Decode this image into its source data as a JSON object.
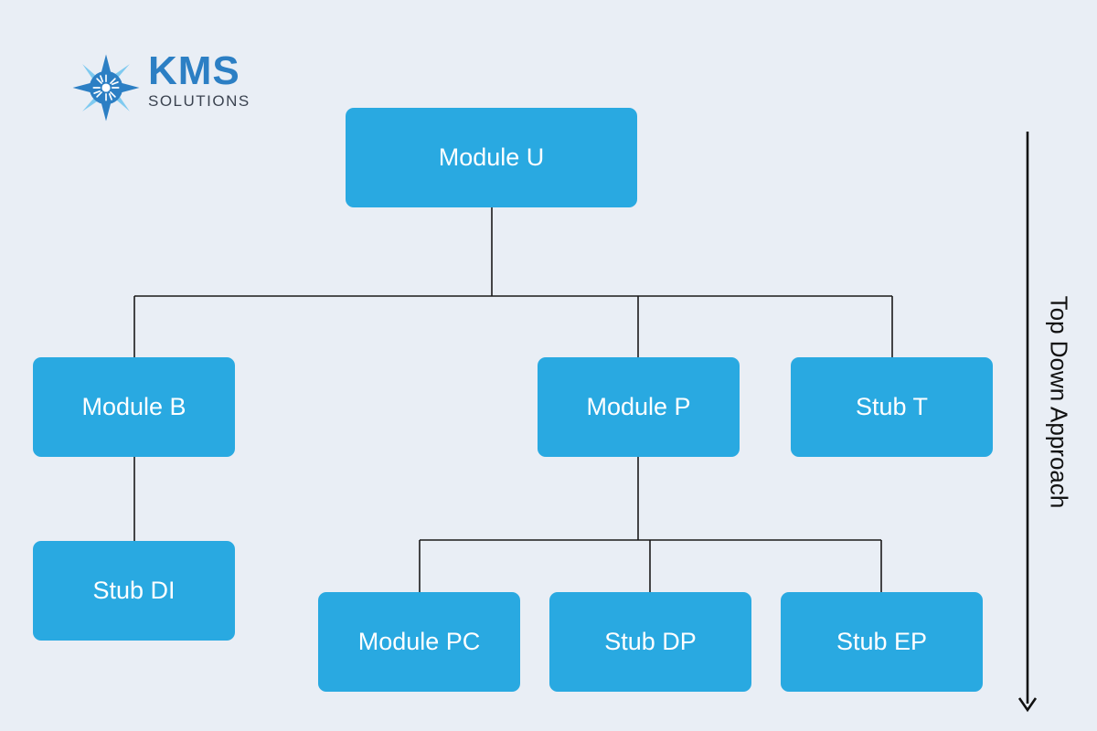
{
  "logo": {
    "brand": "KMS",
    "tagline": "SOLUTIONS",
    "colors": {
      "primary": "#2c7fc4",
      "light": "#6cc3ef",
      "text": "#3b4350"
    }
  },
  "nodes": {
    "module_u": "Module U",
    "module_b": "Module B",
    "module_p": "Module P",
    "stub_t": "Stub T",
    "stub_di": "Stub DI",
    "module_pc": "Module PC",
    "stub_dp": "Stub DP",
    "stub_ep": "Stub EP"
  },
  "edges": [
    [
      "Module U",
      "Module B"
    ],
    [
      "Module U",
      "Module P"
    ],
    [
      "Module U",
      "Stub T"
    ],
    [
      "Module B",
      "Stub DI"
    ],
    [
      "Module P",
      "Module PC"
    ],
    [
      "Module P",
      "Stub DP"
    ],
    [
      "Module P",
      "Stub EP"
    ]
  ],
  "direction": {
    "label": "Top Down Approach",
    "arrow": "down-arrow-icon"
  },
  "colors": {
    "background": "#e9eef5",
    "box": "#29a9e1",
    "box_text": "#ffffff",
    "line": "#1a1a1a"
  }
}
